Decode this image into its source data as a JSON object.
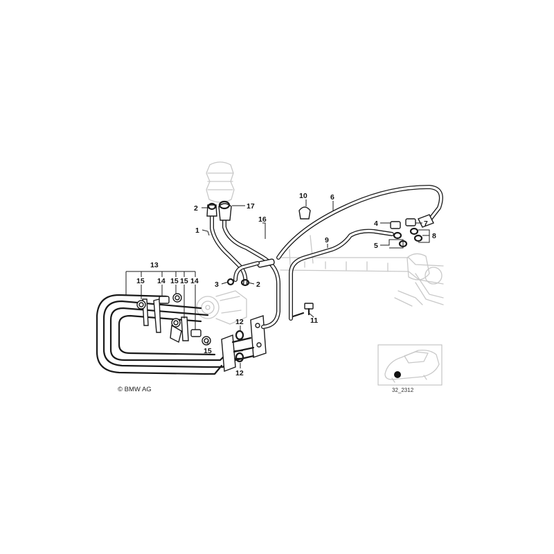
{
  "callouts": {
    "c1": "1",
    "c2a": "2",
    "c2b": "2",
    "c3": "3",
    "c4": "4",
    "c5": "5",
    "c6": "6",
    "c7": "7",
    "c8": "8",
    "c9": "9",
    "c10": "10",
    "c11": "11",
    "c12a": "12",
    "c12b": "12",
    "c13": "13",
    "c14a": "14",
    "c14b": "14",
    "c15a": "15",
    "c15b": "15",
    "c15c": "15",
    "c16": "16",
    "c17": "17"
  },
  "copyright": "© BMW AG",
  "diagram_code": "32_2312",
  "colors": {
    "line": "#1a1a1a",
    "ghost": "#c8c8c8",
    "background": "#ffffff"
  }
}
